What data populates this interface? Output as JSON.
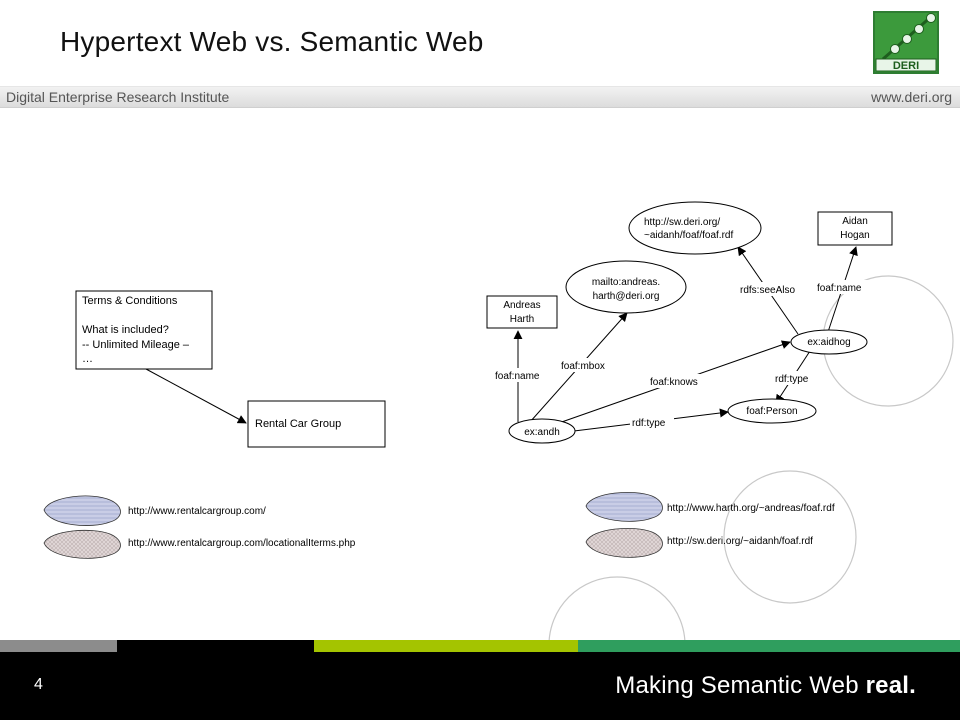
{
  "slide": {
    "title": "Hypertext Web vs. Semantic Web",
    "header_left": "Digital Enterprise Research Institute",
    "header_right": "www.deri.org",
    "logo_text": "DERI",
    "page_number": "4",
    "tagline_main": "Making Semantic Web ",
    "tagline_bold": "real."
  },
  "hypertext": {
    "terms_box": [
      "Terms & Conditions",
      "",
      "What is included?",
      "-- Unlimited Mileage –",
      "…"
    ],
    "rental_box": "Rental Car Group",
    "legend": [
      {
        "url": "http://www.rentalcargroup.com/"
      },
      {
        "url": "http://www.rentalcargroup.com/locationalIterms.php"
      }
    ]
  },
  "semantic": {
    "nodes": {
      "andreas_name": [
        "Andreas",
        "Harth"
      ],
      "mailto": [
        "mailto:andreas.",
        "harth@deri.org"
      ],
      "foaf_doc": [
        "http://sw.deri.org/",
        "~aidanh/foaf/foaf.rdf"
      ],
      "aidan_name": [
        "Aidan",
        "Hogan"
      ],
      "aidhog": "ex:aidhog",
      "andh": "ex:andh",
      "person": "foaf:Person"
    },
    "edges": {
      "foaf_name_1": "foaf:name",
      "foaf_mbox": "foaf:mbox",
      "foaf_knows": "foaf:knows",
      "rdf_type_1": "rdf:type",
      "rdf_type_2": "rdf:type",
      "rdfs_seeAlso": "rdfs:seeAlso",
      "foaf_name_2": "foaf:name"
    },
    "legend": [
      {
        "url": "http://www.harth.org/~andreas/foaf.rdf"
      },
      {
        "url": "http://sw.deri.org/~aidanh/foaf.rdf"
      }
    ]
  },
  "colors": {
    "strip_grey": "#8c8c8c",
    "strip_black": "#000000",
    "strip_lime": "#a4c400",
    "strip_green": "#2f9e5e",
    "cloud_blue": "#c9cde6",
    "cloud_pink": "#e2d8d8"
  }
}
